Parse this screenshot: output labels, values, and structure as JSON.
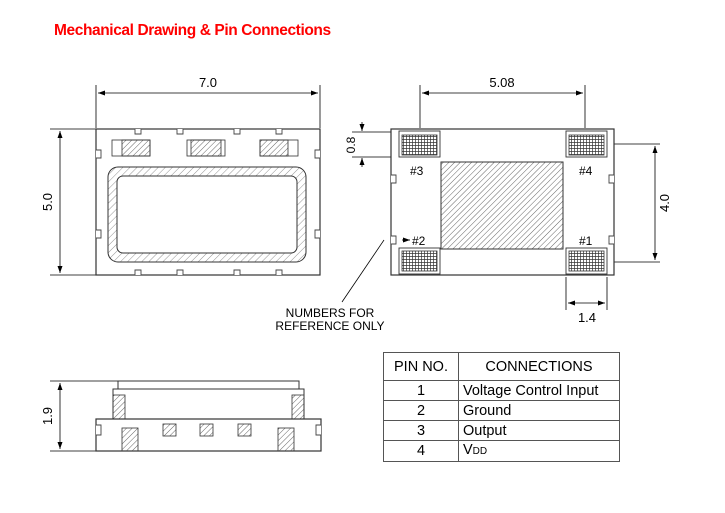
{
  "title": "Mechanical Drawing & Pin Connections",
  "dims": {
    "width": "7.0",
    "height": "5.0",
    "pad_pitch": "5.08",
    "pad_height": "0.8",
    "pad_spacing": "4.0",
    "pad_width": "1.4",
    "thickness": "1.9"
  },
  "pin_labels": [
    "#1",
    "#2",
    "#3",
    "#4"
  ],
  "note": [
    "NUMBERS FOR",
    "REFERENCE ONLY"
  ],
  "table": {
    "headers": [
      "PIN NO.",
      "CONNECTIONS"
    ],
    "rows": [
      {
        "pin": "1",
        "connection": "Voltage Control Input"
      },
      {
        "pin": "2",
        "connection": "Ground"
      },
      {
        "pin": "3",
        "connection": "Output"
      },
      {
        "pin": "4",
        "connection": "VDD"
      }
    ]
  }
}
